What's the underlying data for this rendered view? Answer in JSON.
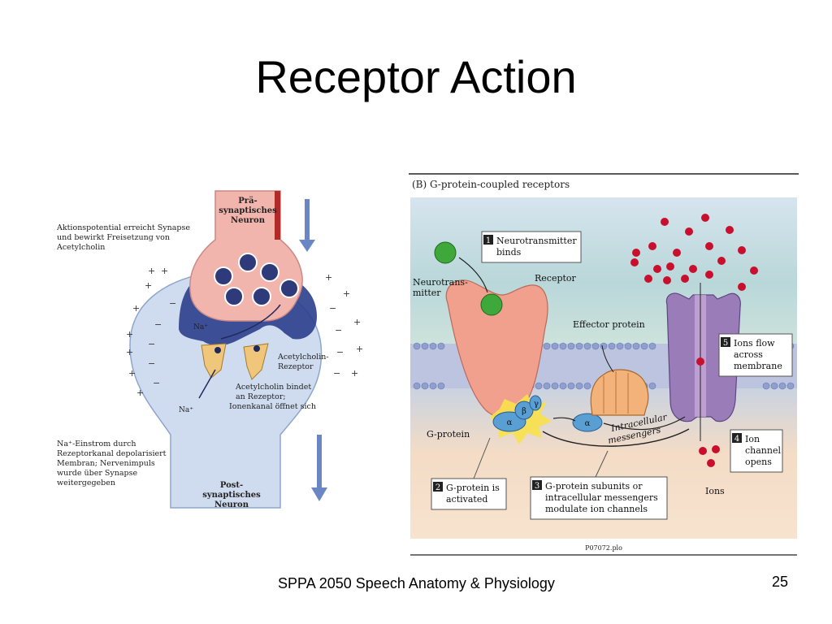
{
  "slide": {
    "title": "Receptor Action",
    "footer_course": "SPPA 2050 Speech Anatomy & Physiology",
    "page_number": "25"
  },
  "left_figure": {
    "presynaptic_label_1": "Prä-",
    "presynaptic_label_2": "synaptisches",
    "presynaptic_label_3": "Neuron",
    "note_action_potential_1": "Aktionspotential erreicht Synapse",
    "note_action_potential_2": "und bewirkt Freisetzung von",
    "note_action_potential_3": "Acetylcholin",
    "na_label_top": "Na⁺",
    "na_label_bottom": "Na⁺",
    "receptor_label_1": "Acetylcholin-",
    "receptor_label_2": "Rezeptor",
    "binding_note_1": "Acetylcholin bindet",
    "binding_note_2": "an Rezeptor;",
    "binding_note_3": "Ionenkanal öffnet sich",
    "influx_note_1": "Na⁺-Einstrom durch",
    "influx_note_2": "Rezeptorkanal depolarisiert",
    "influx_note_3": "Membran; Nervenimpuls",
    "influx_note_4": "wurde über Synapse",
    "influx_note_5": "weitergegeben",
    "postsynaptic_label_1": "Post-",
    "postsynaptic_label_2": "synaptisches",
    "postsynaptic_label_3": "Neuron",
    "colors": {
      "presynaptic": "#f1b5ae",
      "synapse_blue": "#2b3f8c",
      "postsynaptic": "#cfdcef",
      "receptor": "#f0c77a"
    }
  },
  "right_figure": {
    "panel_title": "(B)  G-protein-coupled receptors",
    "step1_num": "1",
    "step1_text_1": "Neurotransmitter",
    "step1_text_2": "binds",
    "neurotransmitter_label_1": "Neurotrans-",
    "neurotransmitter_label_2": "mitter",
    "receptor_label": "Receptor",
    "effector_label": "Effector protein",
    "step5_num": "5",
    "step5_text_1": "Ions flow",
    "step5_text_2": "across",
    "step5_text_3": "membrane",
    "gprotein_label": "G-protein",
    "alpha_label": "α",
    "beta_label": "β",
    "gamma_label": "γ",
    "messengers_label_1": "Intracellular",
    "messengers_label_2": "messengers",
    "step4_num": "4",
    "step4_text_1": "Ion",
    "step4_text_2": "channel",
    "step4_text_3": "opens",
    "ions_label": "Ions",
    "step2_num": "2",
    "step2_text_1": "G-protein is",
    "step2_text_2": "activated",
    "step3_num": "3",
    "step3_text_1": "G-protein subunits or",
    "step3_text_2": "intracellular messengers",
    "step3_text_3": "modulate ion channels",
    "footer_code": "P07072.plo",
    "colors": {
      "receptor": "#f2a08e",
      "neurotransmitter": "#3fa83a",
      "ion": "#c8102e",
      "channel": "#9a7cb8",
      "effector": "#f2b27a",
      "alpha": "#5a9fd4"
    }
  }
}
